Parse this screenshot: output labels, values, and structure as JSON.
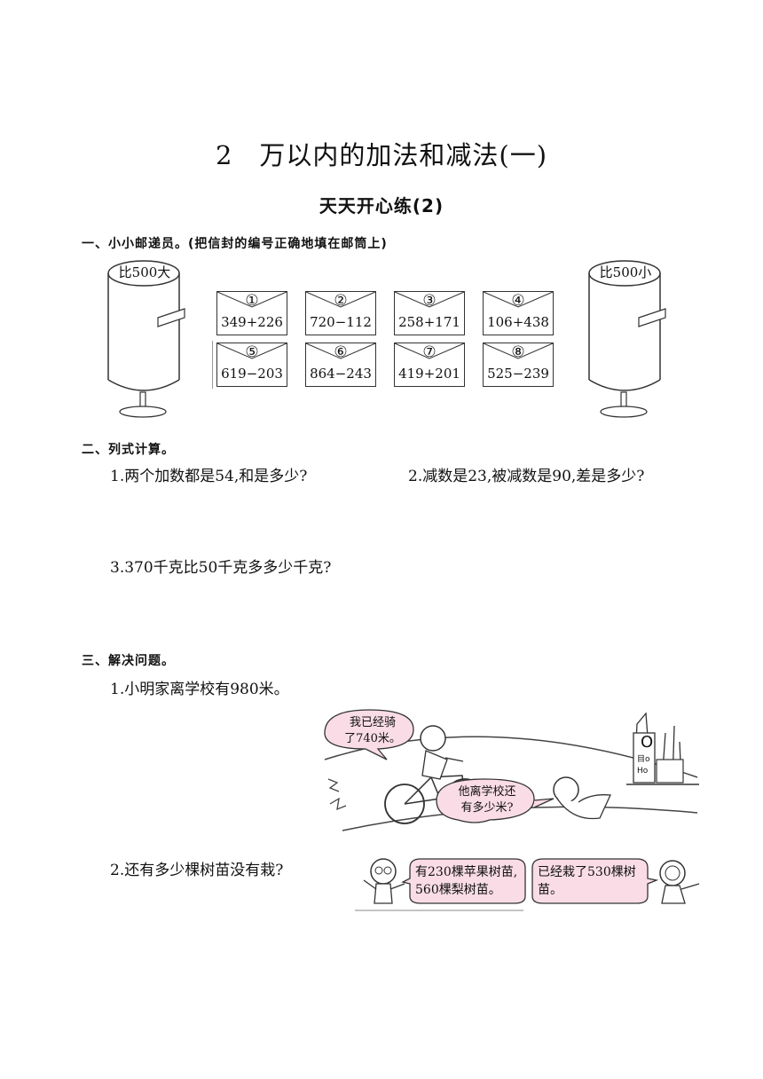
{
  "title": "2　万以内的加法和减法(一)",
  "subtitle": "天天开心练(2)",
  "section1": {
    "heading": "一、小小邮递员。(把信封的编号正确地填在邮筒上)",
    "mailbox_left": "比500大",
    "mailbox_right": "比500小",
    "envelopes": [
      {
        "num": "①",
        "expr": "349+226"
      },
      {
        "num": "②",
        "expr": "720−112"
      },
      {
        "num": "③",
        "expr": "258+171"
      },
      {
        "num": "④",
        "expr": "106+438"
      },
      {
        "num": "⑤",
        "expr": "619−203"
      },
      {
        "num": "⑥",
        "expr": "864−243"
      },
      {
        "num": "⑦",
        "expr": "419+201"
      },
      {
        "num": "⑧",
        "expr": "525−239"
      }
    ]
  },
  "section2": {
    "heading": "二、列式计算。",
    "q1": "1.两个加数都是54,和是多少?",
    "q2": "2.减数是23,被减数是90,差是多少?",
    "q3": "3.370千克比50千克多多少千克?"
  },
  "section3": {
    "heading": "三、解决问题。",
    "q1": "1.小明家离学校有980米。",
    "bubble1_line1": "我已经骑",
    "bubble1_line2": "了740米。",
    "bubble2_line1": "他离学校还",
    "bubble2_line2": "有多少米?",
    "building_sign": "O",
    "building_text1": "目o",
    "building_text2": "Ho",
    "q2": "2.还有多少棵树苗没有栽?",
    "bubble3_line1": "有230棵苹果树苗,",
    "bubble3_line2": "560棵梨树苗。",
    "bubble4_line1": "已经栽了530棵树",
    "bubble4_line2": "苗。"
  },
  "colors": {
    "bubble_fill": "#f9dce6",
    "line": "#333333"
  }
}
